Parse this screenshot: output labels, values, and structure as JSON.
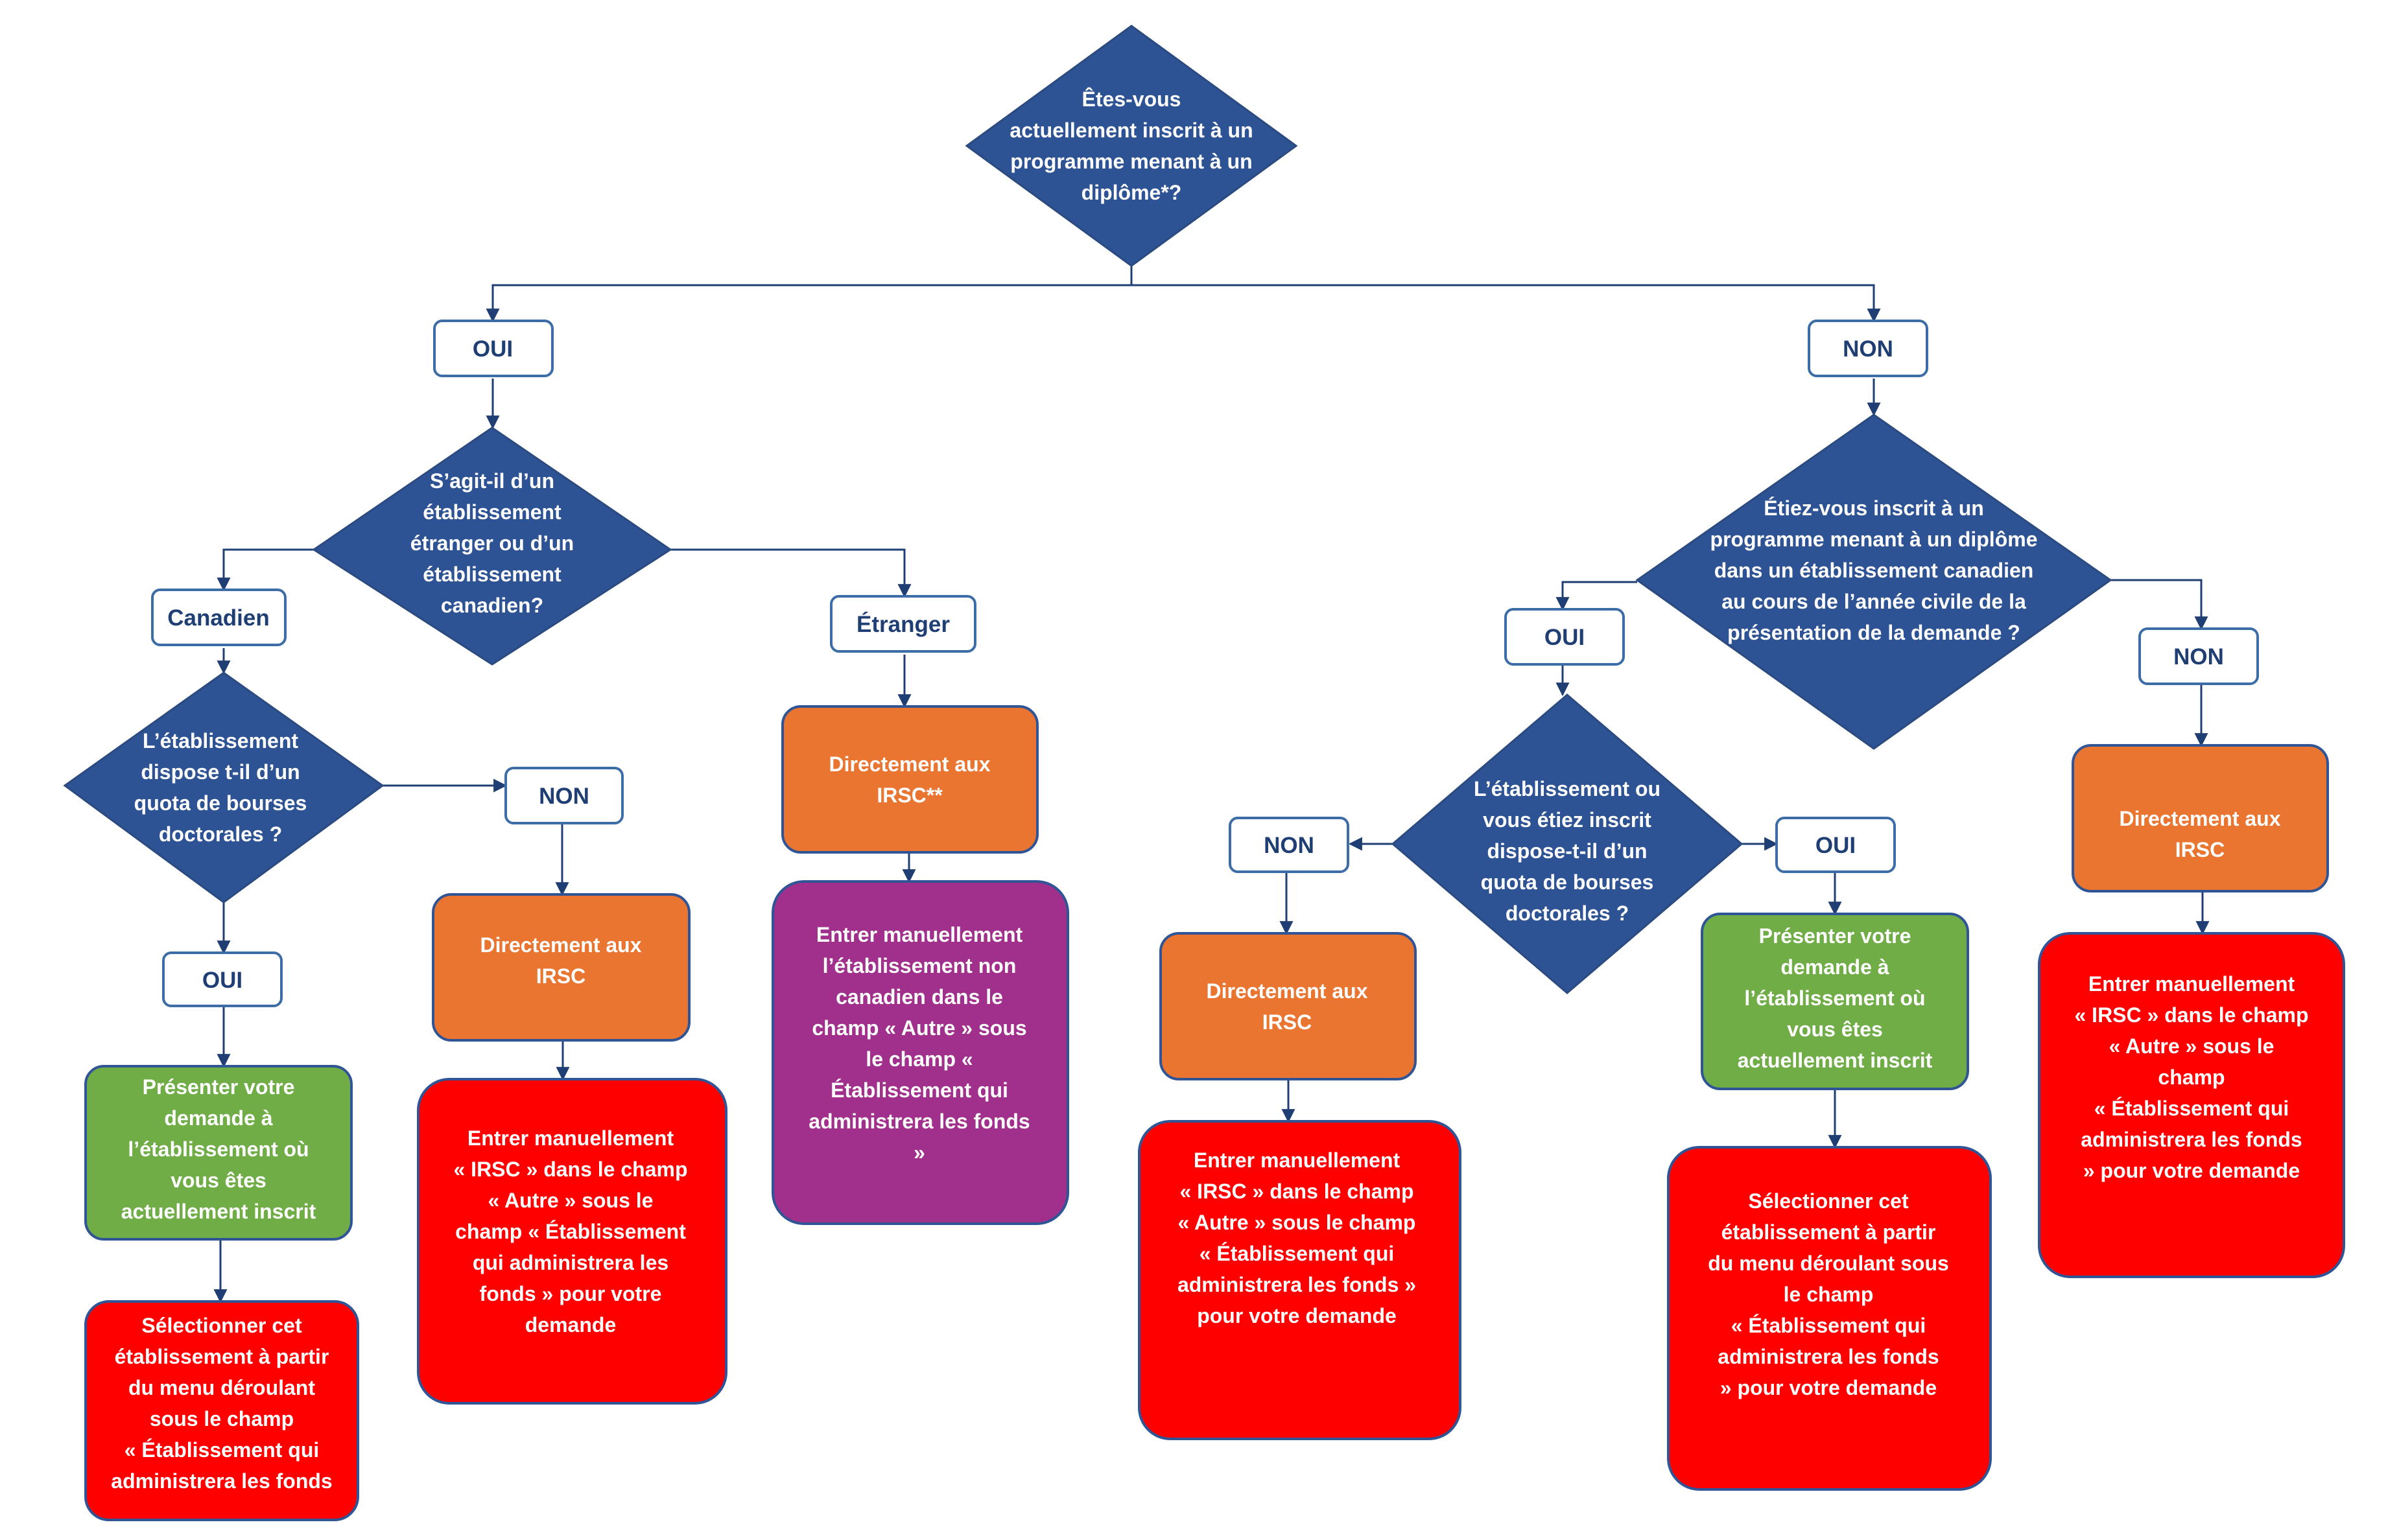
{
  "colors": {
    "diamond": "#2e5394",
    "diamond_border": "#2a4a80",
    "label_border": "#3d6da6",
    "label_text": "#1f3f74",
    "line": "#1f3f74",
    "orange": "#ea7530",
    "green": "#70ad47",
    "red": "#ff0000",
    "purple": "#a0308c",
    "box_border": "#2f5597"
  },
  "nodes": {
    "q_root": [
      "Êtes-vous",
      "actuellement inscrit à un",
      "programme menant à un",
      "diplôme*?"
    ],
    "oui_main": "OUI",
    "non_main": "NON",
    "q_etab": [
      "S’agit-il d’un",
      "établissement",
      "étranger ou d’un",
      "établissement",
      "canadien?"
    ],
    "canadien": "Canadien",
    "etranger": "Étranger",
    "q_quota1": [
      "L’établissement",
      "dispose t-il d’un",
      "quota de bourses",
      "doctorales ?"
    ],
    "non_quota1": "NON",
    "oui_quota1": "OUI",
    "direct_a": [
      "Directement aux",
      "IRSC"
    ],
    "direct_b": [
      "Directement aux",
      "IRSC**"
    ],
    "present_a": [
      "Présenter votre",
      "demande à",
      "l’établissement où",
      "vous êtes",
      "actuellement inscrit"
    ],
    "select_a": [
      "Sélectionner cet",
      "établissement à partir",
      "du menu déroulant",
      "sous le champ",
      "« Établissement qui",
      "administrera les fonds"
    ],
    "entrer_a": [
      "Entrer manuellement",
      "« IRSC » dans le champ",
      "« Autre » sous le",
      "champ « Établissement",
      "qui administrera les",
      "fonds » pour votre",
      "demande"
    ],
    "entrer_b": [
      "Entrer manuellement",
      "l’établissement non",
      "canadien dans le",
      "champ « Autre » sous",
      "le champ «",
      "Établissement qui",
      "administrera les fonds",
      "»"
    ],
    "q_prev": [
      "Étiez-vous inscrit à un",
      "programme menant à un diplôme",
      "dans un établissement canadien",
      "au cours de l’année civile de la",
      "présentation de la demande ?"
    ],
    "oui_prev": "OUI",
    "non_prev": "NON",
    "q_quota2": [
      "L’établissement ou",
      "vous étiez inscrit",
      "dispose-t-il d’un",
      "quota de bourses",
      "doctorales ?"
    ],
    "non_quota2": "NON",
    "oui_quota2": "OUI",
    "direct_c": [
      "Directement aux",
      "IRSC"
    ],
    "direct_d": [
      "Directement aux",
      "IRSC"
    ],
    "present_b": [
      "Présenter votre",
      "demande à",
      "l’établissement où",
      "vous êtes",
      "actuellement inscrit"
    ],
    "entrer_c": [
      "Entrer manuellement",
      "« IRSC » dans le champ",
      "« Autre » sous le champ",
      "« Établissement qui",
      "administrera les fonds »",
      "pour votre demande"
    ],
    "select_b": [
      "Sélectionner cet",
      "établissement à partir",
      "du menu déroulant sous",
      "le champ",
      "« Établissement qui",
      "administrera les fonds",
      "» pour votre demande"
    ],
    "entrer_d": [
      "Entrer manuellement",
      "« IRSC » dans le champ",
      "« Autre » sous le",
      "champ",
      "« Établissement qui",
      "administrera les fonds",
      "» pour votre demande"
    ]
  }
}
